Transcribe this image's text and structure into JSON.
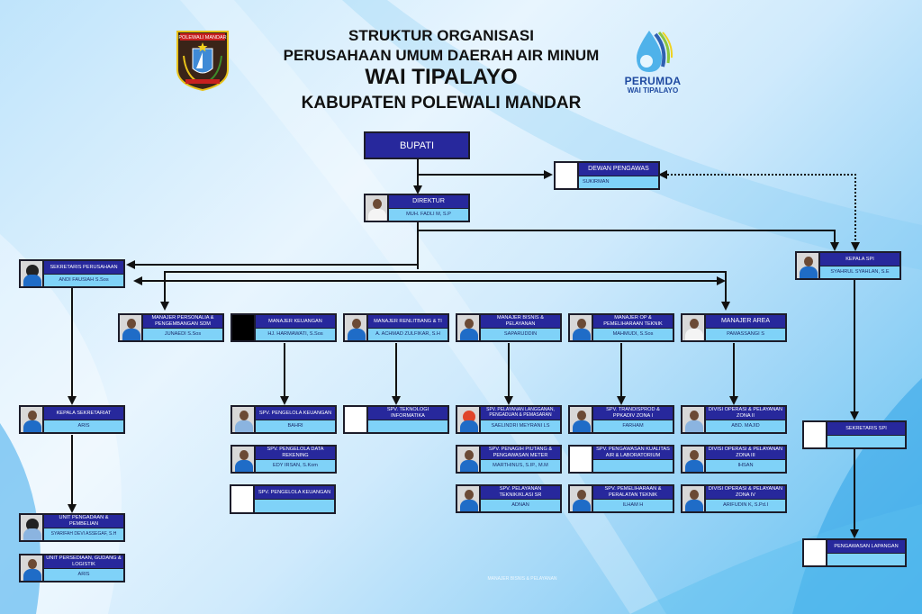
{
  "header": {
    "line1": "STRUKTUR ORGANISASI",
    "line2": "PERUSAHAAN UMUM DAERAH AIR MINUM",
    "line3": "WAI TIPALAYO",
    "line4": "KABUPATEN POLEWALI MANDAR",
    "logo_left_text": "POLEWALI MANDAR",
    "logo_right_text1": "PERUMDA",
    "logo_right_text2": "WAI TIPALAYO"
  },
  "colors": {
    "role_bg": "#27289c",
    "name_bg": "#7fd2f8",
    "border": "#1c1c2a"
  },
  "bupati": {
    "label": "BUPATI"
  },
  "positions": {
    "dewan": {
      "role": "DEWAN PENGAWAS",
      "name": "SUKIRMAN"
    },
    "direktur": {
      "role": "DIREKTUR",
      "name": "MUH. FADLI M, S.P"
    },
    "sekper": {
      "role": "SEKRETARIS PERUSAHAAN",
      "name": "ANDI FAUSIAH S.Sos"
    },
    "kspi": {
      "role": "KEPALA SPI",
      "name": "SYAHRUL SYAHLAN, S.E"
    },
    "m_sdm": {
      "role": "MANAJER PERSONALIA & PENGEMBANGAN SDM",
      "name": "JUNAEDI S.Sos"
    },
    "m_keu": {
      "role": "MANAJER KEUANGAN",
      "name": "HJ. HARMAWATI, S.Sos"
    },
    "m_ti": {
      "role": "MANAJER RENLITBANG & TI",
      "name": "A. ACHMAD ZULFIKAR, S.H"
    },
    "m_bis": {
      "role": "MANAJER BISNIS & PELAYANAN",
      "name": "SAPARUDDIN"
    },
    "m_op": {
      "role": "MANAJER OP & PEMELIHARAAN TEKNIK",
      "name": "MAHMUDI, S.Sos"
    },
    "m_area": {
      "role": "MANAJER AREA",
      "name": "PAMASSANGI S"
    },
    "k_sekr": {
      "role": "KEPALA SEKRETARIAT",
      "name": "ARIS"
    },
    "spv_keu1": {
      "role": "SPV. PENGELOLA KEUANGAN",
      "name": "BAHRI"
    },
    "spv_rek": {
      "role": "SPV. PENGELOLA DATA REKENING",
      "name": "EDY IRSAN, S.Kom"
    },
    "spv_keu2": {
      "role": "SPV. PENGELOLA KEUANGAN",
      "name": ""
    },
    "spv_ti": {
      "role": "SPV. TEKNOLOGI INFORMATIKA",
      "name": ""
    },
    "spv_lang": {
      "role": "SPV. PELAYANAN LANGGANAN, PENGADUAN & PEMASARAN",
      "name": "SAELINDRI MEYRANI LS"
    },
    "spv_pen": {
      "role": "SPV. PENAGIH PIUTANG & PENGAWASAN METER",
      "name": "MARTHINUS, S.IP., M.M"
    },
    "spv_tek": {
      "role": "SPV. PELAYANAN TEKNIK/KLASI SR",
      "name": "ADNAN"
    },
    "spv_trans": {
      "role": "SPV. TRANDISPROD & PPKADIV ZONA I",
      "name": "FARHAM"
    },
    "spv_kual": {
      "role": "SPV. PENGAWASAN KUALITAS AIR & LABORATORIUM",
      "name": ""
    },
    "spv_pem": {
      "role": "SPV. PEMELIHARAAN & PERALATAN TEKNIK",
      "name": "ILHAM H"
    },
    "div2": {
      "role": "DIVISI OPERASI & PELAYANAN ZONA II",
      "name": "ABD. MAJID"
    },
    "div3": {
      "role": "DIVISI OPERASI & PELAYANAN ZONA III",
      "name": "IHSAN"
    },
    "div4": {
      "role": "DIVISI OPERASI & PELAYANAN ZONA IV",
      "name": "ARIFUDIN K, S.Pd.I"
    },
    "unit_peng": {
      "role": "UNIT PENGADAAN & PEMBELIAN",
      "name": "SYARIFAH DEVI ASSEGAF, S.H"
    },
    "unit_pers": {
      "role": "UNIT PERSEDIAAN, GUDANG & LOGISTIK",
      "name": "ARIS"
    },
    "sek_spi": {
      "role": "SEKRETARIS SPI",
      "name": ""
    },
    "peng_lap": {
      "role": "PENGAWASAN LAPANGAN",
      "name": ""
    }
  },
  "watermark": "MANAJER BISNIS & PELAYANAN"
}
